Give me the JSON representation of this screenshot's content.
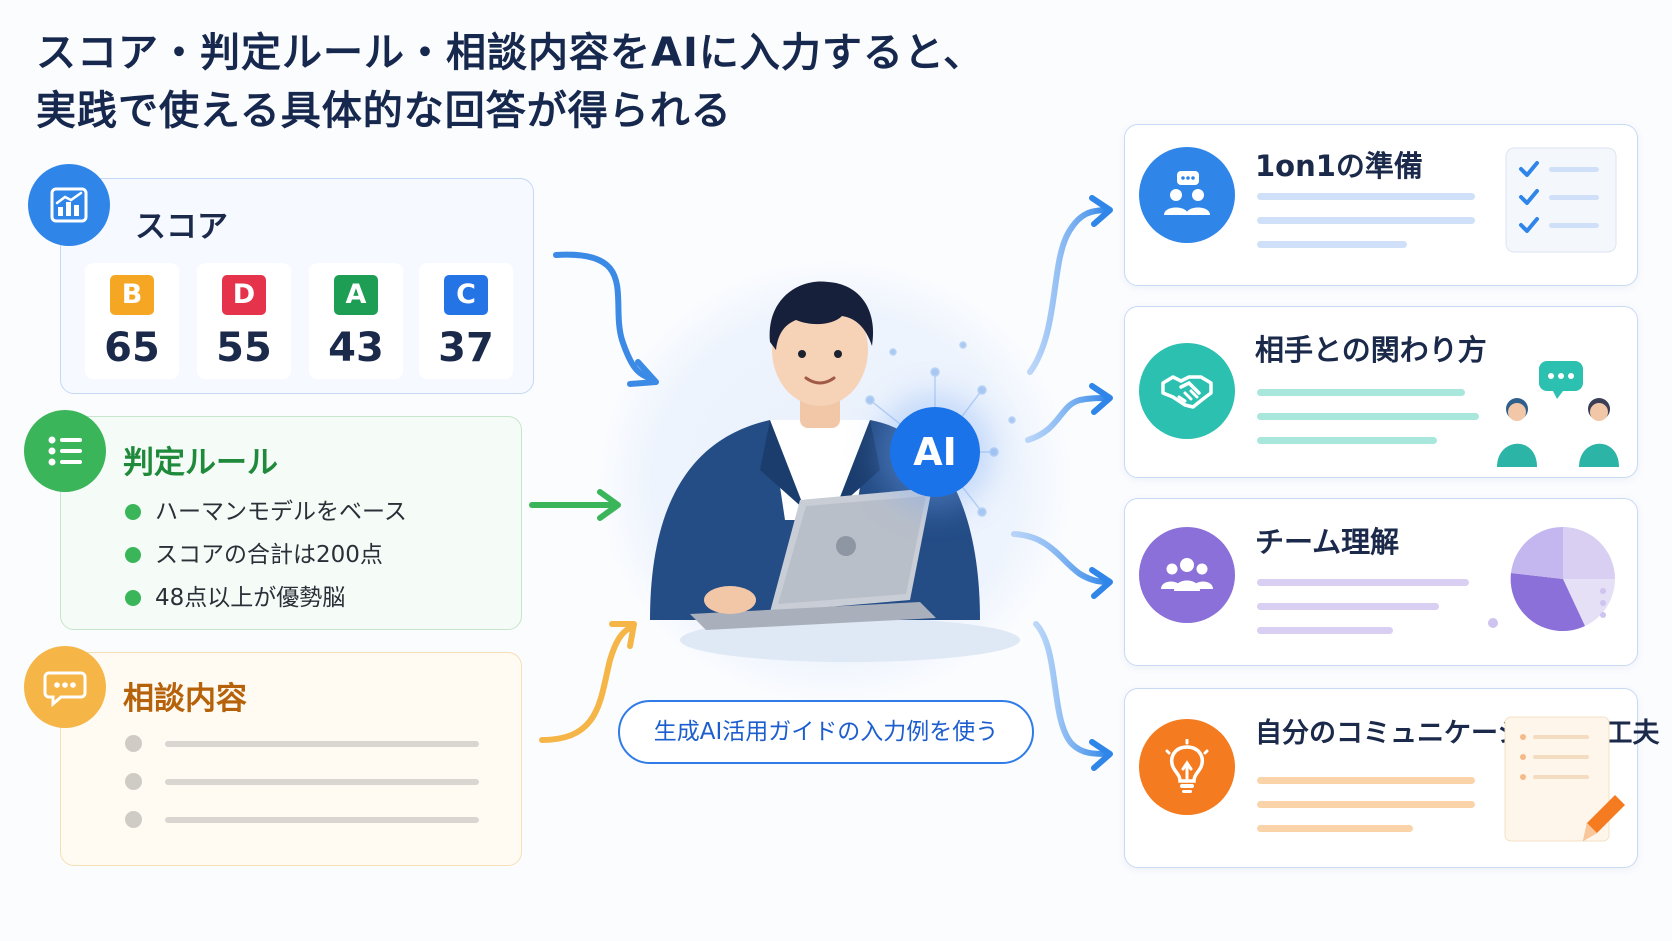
{
  "title": {
    "line1": "スコア・判定ルール・相談内容をAIに入力すると、",
    "line2": "実践で使える具体的な回答が得られる"
  },
  "score_card": {
    "title": "スコア",
    "icon": "bar-chart-icon",
    "scores": [
      {
        "grade": "B",
        "value": "65",
        "color": "#f5a623"
      },
      {
        "grade": "D",
        "value": "55",
        "color": "#e5334b"
      },
      {
        "grade": "A",
        "value": "43",
        "color": "#1e9e55"
      },
      {
        "grade": "C",
        "value": "37",
        "color": "#2474e5"
      }
    ]
  },
  "rule_card": {
    "title": "判定ルール",
    "icon": "list-icon",
    "items": [
      "ハーマンモデルをベース",
      "スコアの合計は200点",
      "48点以上が優勢脳"
    ]
  },
  "consult_card": {
    "title": "相談内容",
    "icon": "chat-bubble-icon"
  },
  "center": {
    "ai_label": "AI",
    "guide_label": "生成AI活用ガイドの入力例を使う",
    "person": "person-at-laptop-illustration"
  },
  "outputs": [
    {
      "title": "1on1の準備",
      "icon": "meeting-icon",
      "color": "#2f86e8"
    },
    {
      "title": "相手との関わり方",
      "icon": "handshake-icon",
      "color": "#2cc0b0"
    },
    {
      "title": "チーム理解",
      "icon": "team-icon",
      "color": "#8a70d8"
    },
    {
      "title": "自分のコミュニケーションの工夫",
      "icon": "lightbulb-icon",
      "color": "#f47b20"
    }
  ],
  "colors": {
    "title": "#16284d",
    "blue": "#2f86e8",
    "green": "#3bb55a",
    "orange": "#f5b547"
  }
}
